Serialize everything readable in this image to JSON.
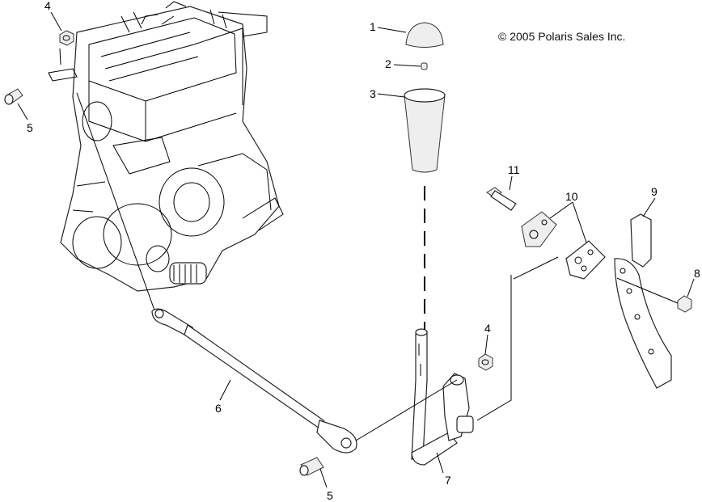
{
  "copyright": "© 2005 Polaris Sales Inc.",
  "callouts": [
    {
      "id": "c4a",
      "text": "4"
    },
    {
      "id": "c5a",
      "text": "5"
    },
    {
      "id": "c1",
      "text": "1"
    },
    {
      "id": "c2",
      "text": "2"
    },
    {
      "id": "c3",
      "text": "3"
    },
    {
      "id": "c11",
      "text": "11"
    },
    {
      "id": "c10",
      "text": "10"
    },
    {
      "id": "c9",
      "text": "9"
    },
    {
      "id": "c8",
      "text": "8"
    },
    {
      "id": "c4b",
      "text": "4"
    },
    {
      "id": "c6",
      "text": "6"
    },
    {
      "id": "c7",
      "text": "7"
    },
    {
      "id": "c5b",
      "text": "5"
    }
  ]
}
